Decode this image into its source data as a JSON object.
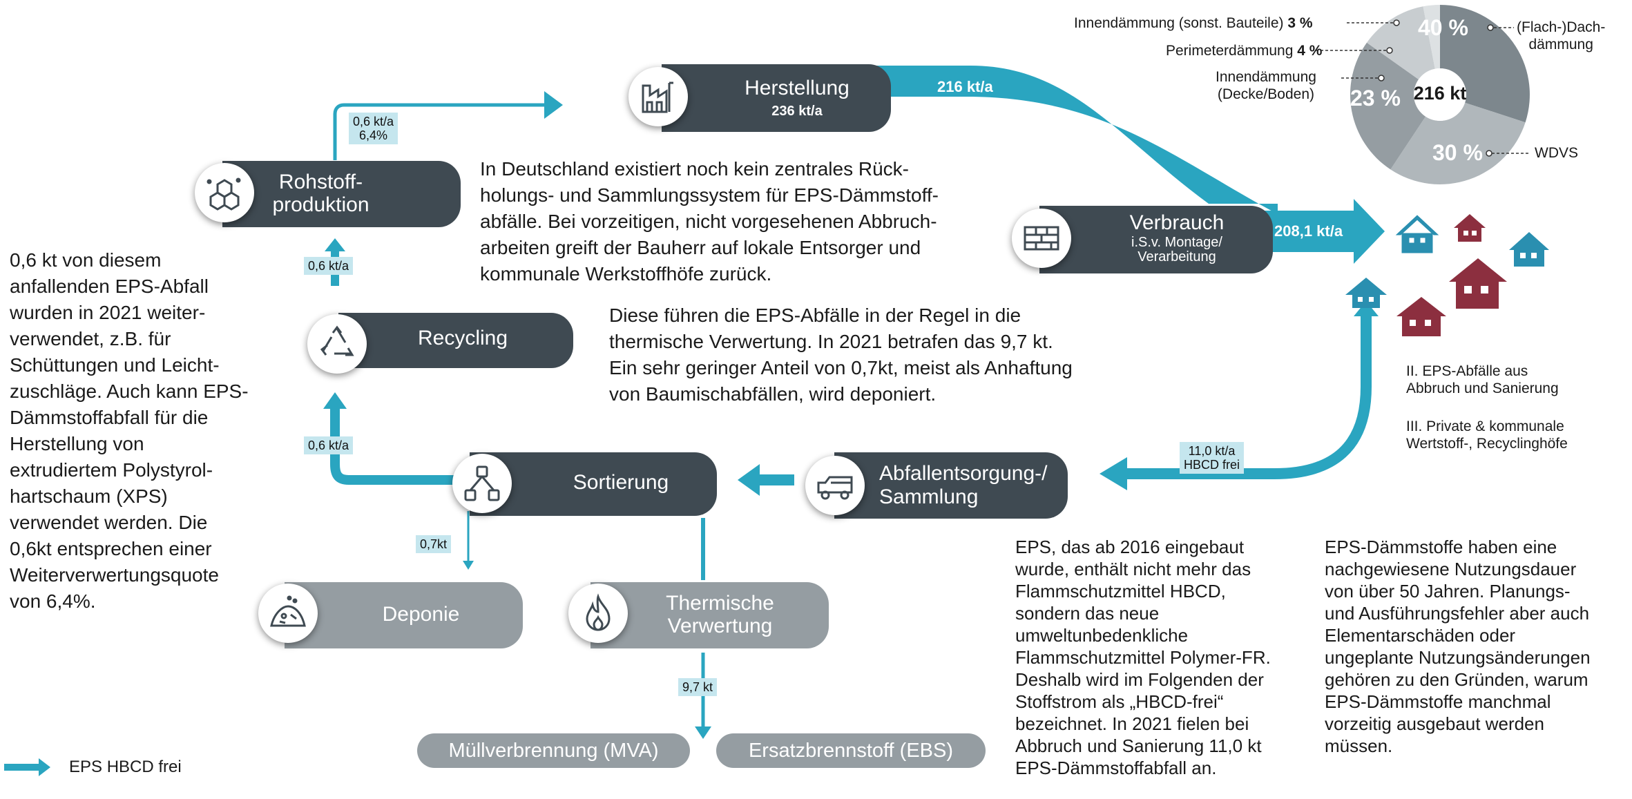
{
  "nodes": {
    "herstellung": {
      "label": "Herstellung",
      "value": "236 kt/a",
      "icon": "factory-icon"
    },
    "verbrauch": {
      "label": "Verbrauch",
      "sub1": "i.S.v. Montage/",
      "sub2": "Verarbeitung",
      "icon": "bricks-icon"
    },
    "rohstoff": {
      "label1": "Rohstoff-",
      "label2": "produktion",
      "icon": "molecule-icon"
    },
    "recycling": {
      "label": "Recycling",
      "icon": "recycle-icon"
    },
    "sortierung": {
      "label": "Sortierung",
      "icon": "sorting-icon"
    },
    "abfall": {
      "label1": "Abfallentsorgung-/",
      "label2": "Sammlung",
      "icon": "truck-icon"
    },
    "deponie": {
      "label": "Deponie",
      "icon": "landfill-icon"
    },
    "thermisch": {
      "label1": "Thermische",
      "label2": "Verwertung",
      "icon": "flame-icon"
    }
  },
  "pills": {
    "mva": "Müllverbrennung (MVA)",
    "ebs": "Ersatzbrennstoff (EBS)"
  },
  "flows": {
    "to_verbrauch": "216 kt/a",
    "to_houses": "208,1 kt/a",
    "rohstoff_herstellung_1": "0,6 kt/a",
    "rohstoff_herstellung_2": "6,4%",
    "recycling_rohstoff": "0,6 kt/a",
    "sortierung_recycling": "0,6 kt/a",
    "sortierung_deponie": "0,7kt",
    "thermisch_down": "9,7 kt",
    "return_1": "11,0 kt/a",
    "return_2": "HBCD frei"
  },
  "texts": {
    "center_top": [
      "In Deutschland existiert noch kein zentrales Rück-",
      "holungs- und Sammlungssystem für EPS-Dämmstoff-",
      "abfälle. Bei vorzeitigen, nicht vorgesehenen Abbruch-",
      "arbeiten greift der Bauherr auf lokale Entsorger und",
      "kommunale Werkstoffhöfe zurück."
    ],
    "center_mid": [
      "Diese führen die EPS-Abfälle in der Regel in die",
      "thermische Verwertung. In 2021 betrafen das 9,7 kt.",
      "Ein sehr geringer Anteil von 0,7kt, meist als Anhaftung",
      "von Baumischabfällen, wird deponiert."
    ],
    "left": [
      "0,6 kt von diesem",
      "anfallenden EPS-Abfall",
      "wurden in 2021 weiter-",
      "verwendet, z.B. für",
      "Schüttungen und Leicht-",
      "zuschläge. Auch kann EPS-",
      "Dämmstoffabfall für die",
      "Herstellung von",
      "extrudiertem Polystyrol-",
      "hartschaum (XPS)",
      "verwendet werden. Die",
      "0,6kt entsprechen einer",
      "Weiterverwertungsquote",
      "von 6,4%."
    ],
    "bottom_mid": [
      "EPS, das ab 2016 eingebaut",
      "wurde, enthält nicht mehr das",
      "Flammschutzmittel HBCD,",
      "sondern das neue",
      "umweltunbedenkliche",
      "Flammschutzmittel Polymer-FR.",
      "Deshalb wird im Folgenden der",
      "Stoffstrom als „HBCD-frei“",
      "bezeichnet. In 2021 fielen bei",
      "Abbruch und Sanierung 11,0 kt",
      "EPS-Dämmstoffabfall an."
    ],
    "bottom_right": [
      "EPS-Dämmstoffe haben eine",
      "nachgewiesene Nutzungsdauer",
      "von über 50 Jahren. Planungs-",
      "und Ausführungsfehler aber auch",
      "Elementarschäden oder",
      "ungeplante Nutzungsänderungen",
      "gehören zu den Gründen, warum",
      "EPS-Dämmstoffe manchmal",
      "vorzeitig ausgebaut werden",
      "müssen."
    ],
    "houses_note_1": [
      "II. EPS-Abfälle aus",
      "Abbruch und Sanierung"
    ],
    "houses_note_2": [
      "III. Private & kommunale",
      "Wertstoff-, Recyclinghöfe"
    ],
    "legend": "EPS HBCD frei"
  },
  "donut": {
    "center": "216 kt",
    "segments": [
      {
        "name": "(Flach-)Dachdämmung",
        "label1": "(Flach-)Dach-",
        "label2": "dämmung",
        "pct": 40,
        "pct_label": "40 %",
        "color": "#7d878d"
      },
      {
        "name": "WDVS",
        "label": "WDVS",
        "pct": 30,
        "pct_label": "30 %",
        "color": "#b0b7bb"
      },
      {
        "name": "Innendämmung (Decke/Boden)",
        "label1": "Innendämmung",
        "label2": "(Decke/Boden)",
        "pct": 23,
        "pct_label": "23 %",
        "color": "#959da2"
      },
      {
        "name": "Perimeterdämmung",
        "label": "Perimeterdämmung",
        "pct": 4,
        "pct_label": "4 %",
        "color": "#c8cdd0"
      },
      {
        "name": "Innendämmung (sonst. Bauteile)",
        "label": "Innendämmung (sonst. Bauteile)",
        "pct": 3,
        "pct_label": "3 %",
        "color": "#dde1e3"
      }
    ]
  },
  "colors": {
    "flow": "#2aa5c0",
    "node_dark": "#3f4a52",
    "node_grey": "#959da2",
    "tag_bg": "#c5e6ee",
    "house_blue": "#2a8fb0",
    "house_red": "#8c2f3f"
  }
}
